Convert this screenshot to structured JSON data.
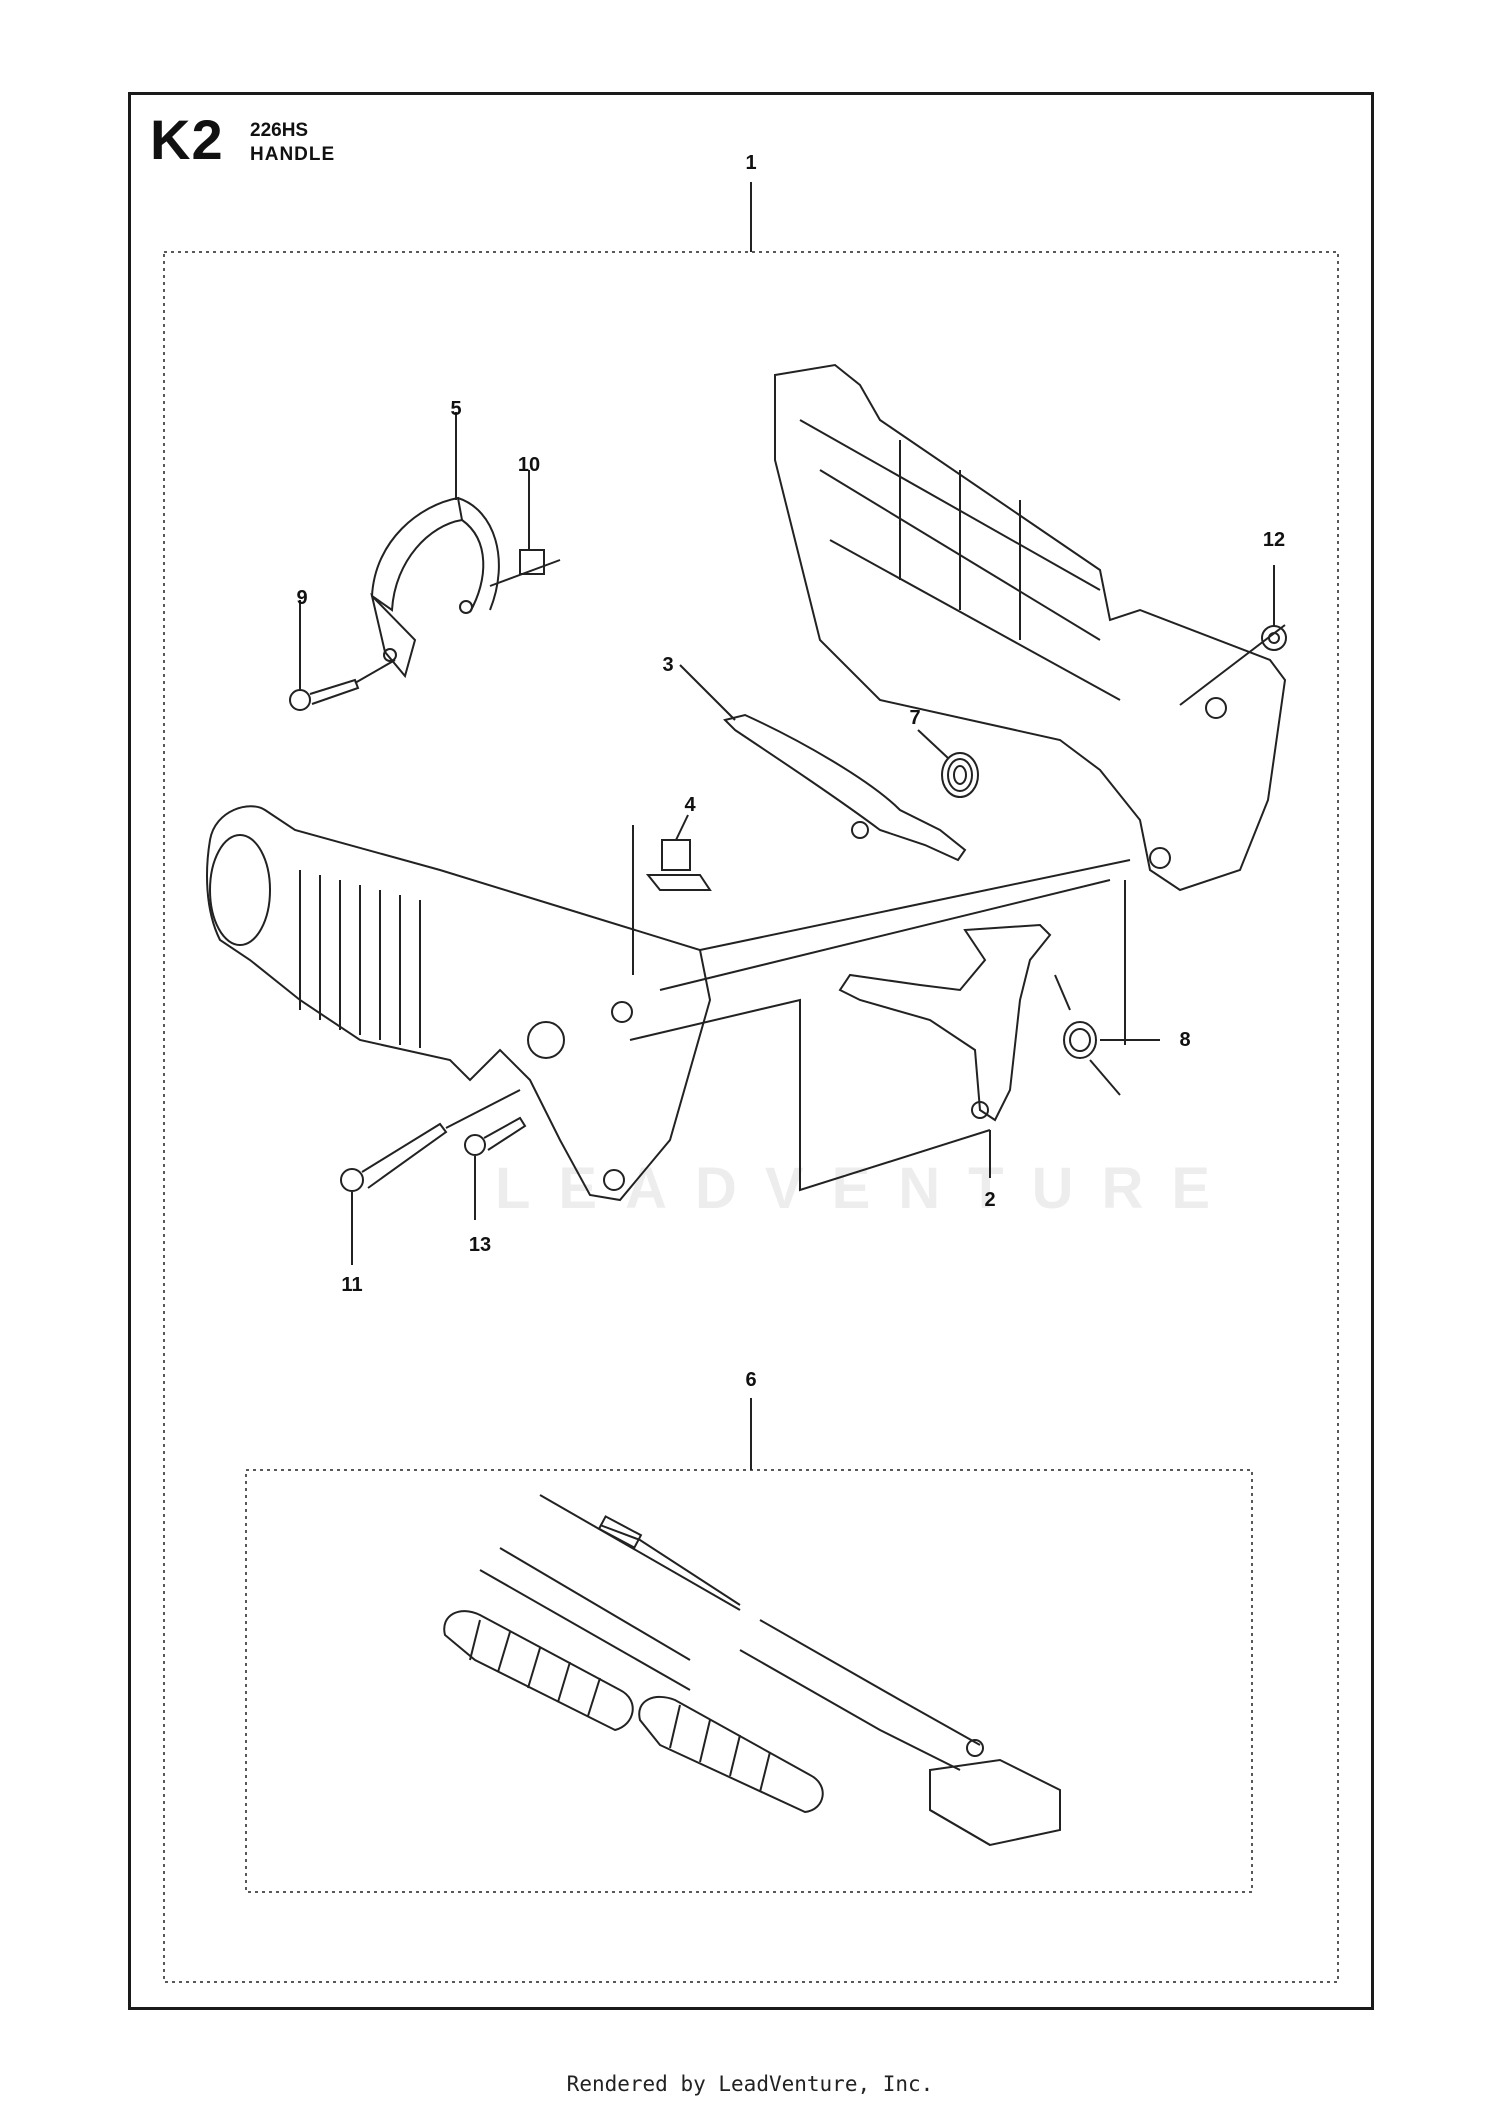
{
  "header": {
    "sheet_code": "K2",
    "model": "226HS",
    "section": "HANDLE"
  },
  "callouts": [
    "1",
    "2",
    "3",
    "4",
    "5",
    "6",
    "7",
    "8",
    "9",
    "10",
    "11",
    "12",
    "13"
  ],
  "watermark": "LEADVENTURE",
  "footer": "Rendered by LeadVenture, Inc."
}
